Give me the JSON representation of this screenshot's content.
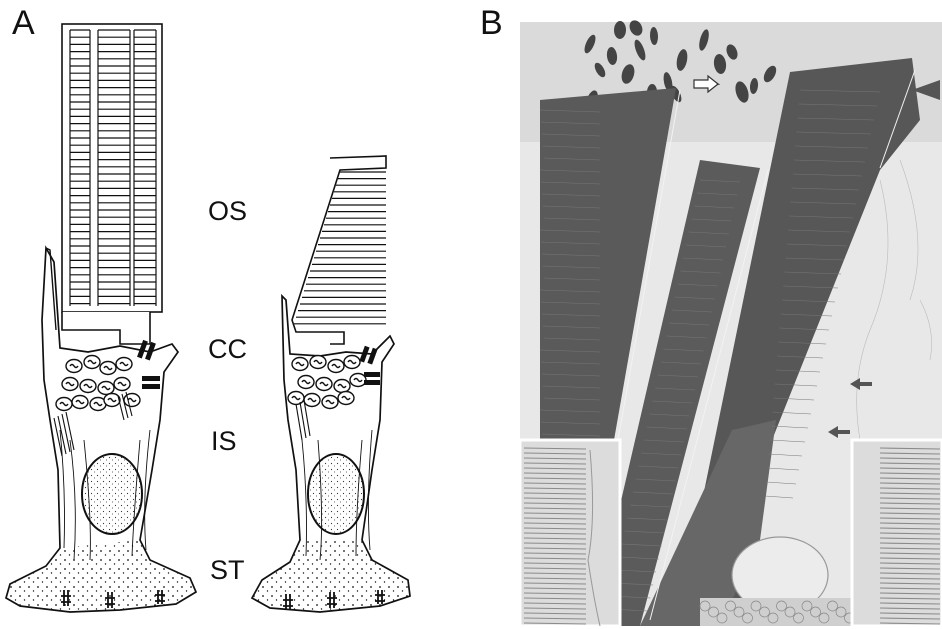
{
  "panels": {
    "a": {
      "letter": "A"
    },
    "b": {
      "letter": "B"
    }
  },
  "labels": {
    "outer_segment": "OS",
    "connecting_cilium": "CC",
    "inner_segment": "IS",
    "synaptic_terminal": "ST"
  },
  "colors": {
    "ink": "#111111",
    "micrograph_light": "#e9e9e9",
    "micrograph_dark": "#555555",
    "inset_bg": "#dcdcdc"
  }
}
